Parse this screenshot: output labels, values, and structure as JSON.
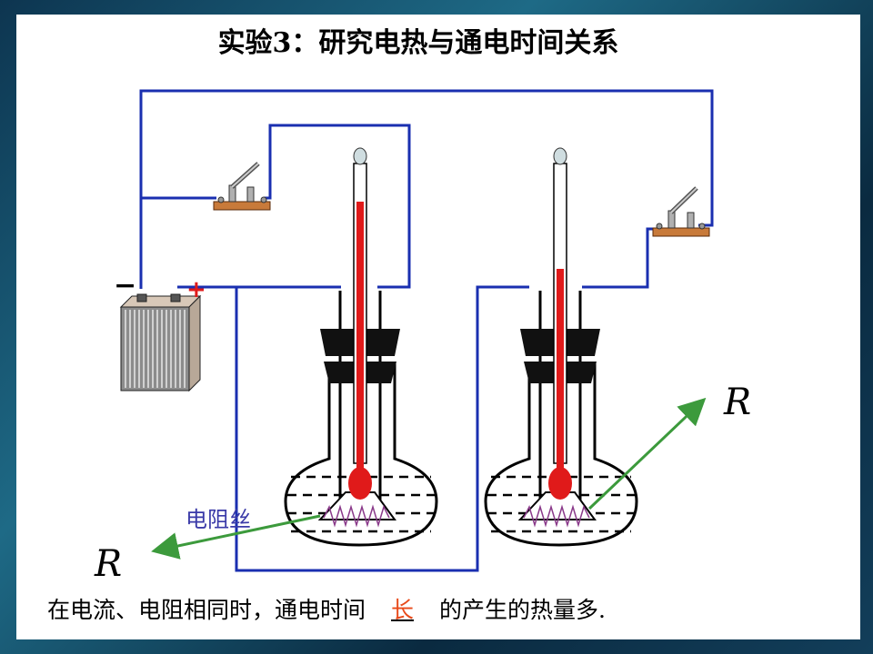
{
  "title": "实验3：研究电热与通电时间关系",
  "battery": {
    "minus": "−",
    "plus": "+"
  },
  "labels": {
    "resistance_wire": "电阻丝",
    "r_left": "R",
    "r_right": "R"
  },
  "conclusion": {
    "prefix": "在电流、电阻相同时，通电时间",
    "answer": "长",
    "suffix": "的产生的热量多."
  },
  "colors": {
    "wire": "#1a2fb0",
    "mercury": "#e01a1a",
    "arrow": "#3c9a3c",
    "answer": "#e84a1a",
    "label_blue": "#3a3aa8"
  }
}
